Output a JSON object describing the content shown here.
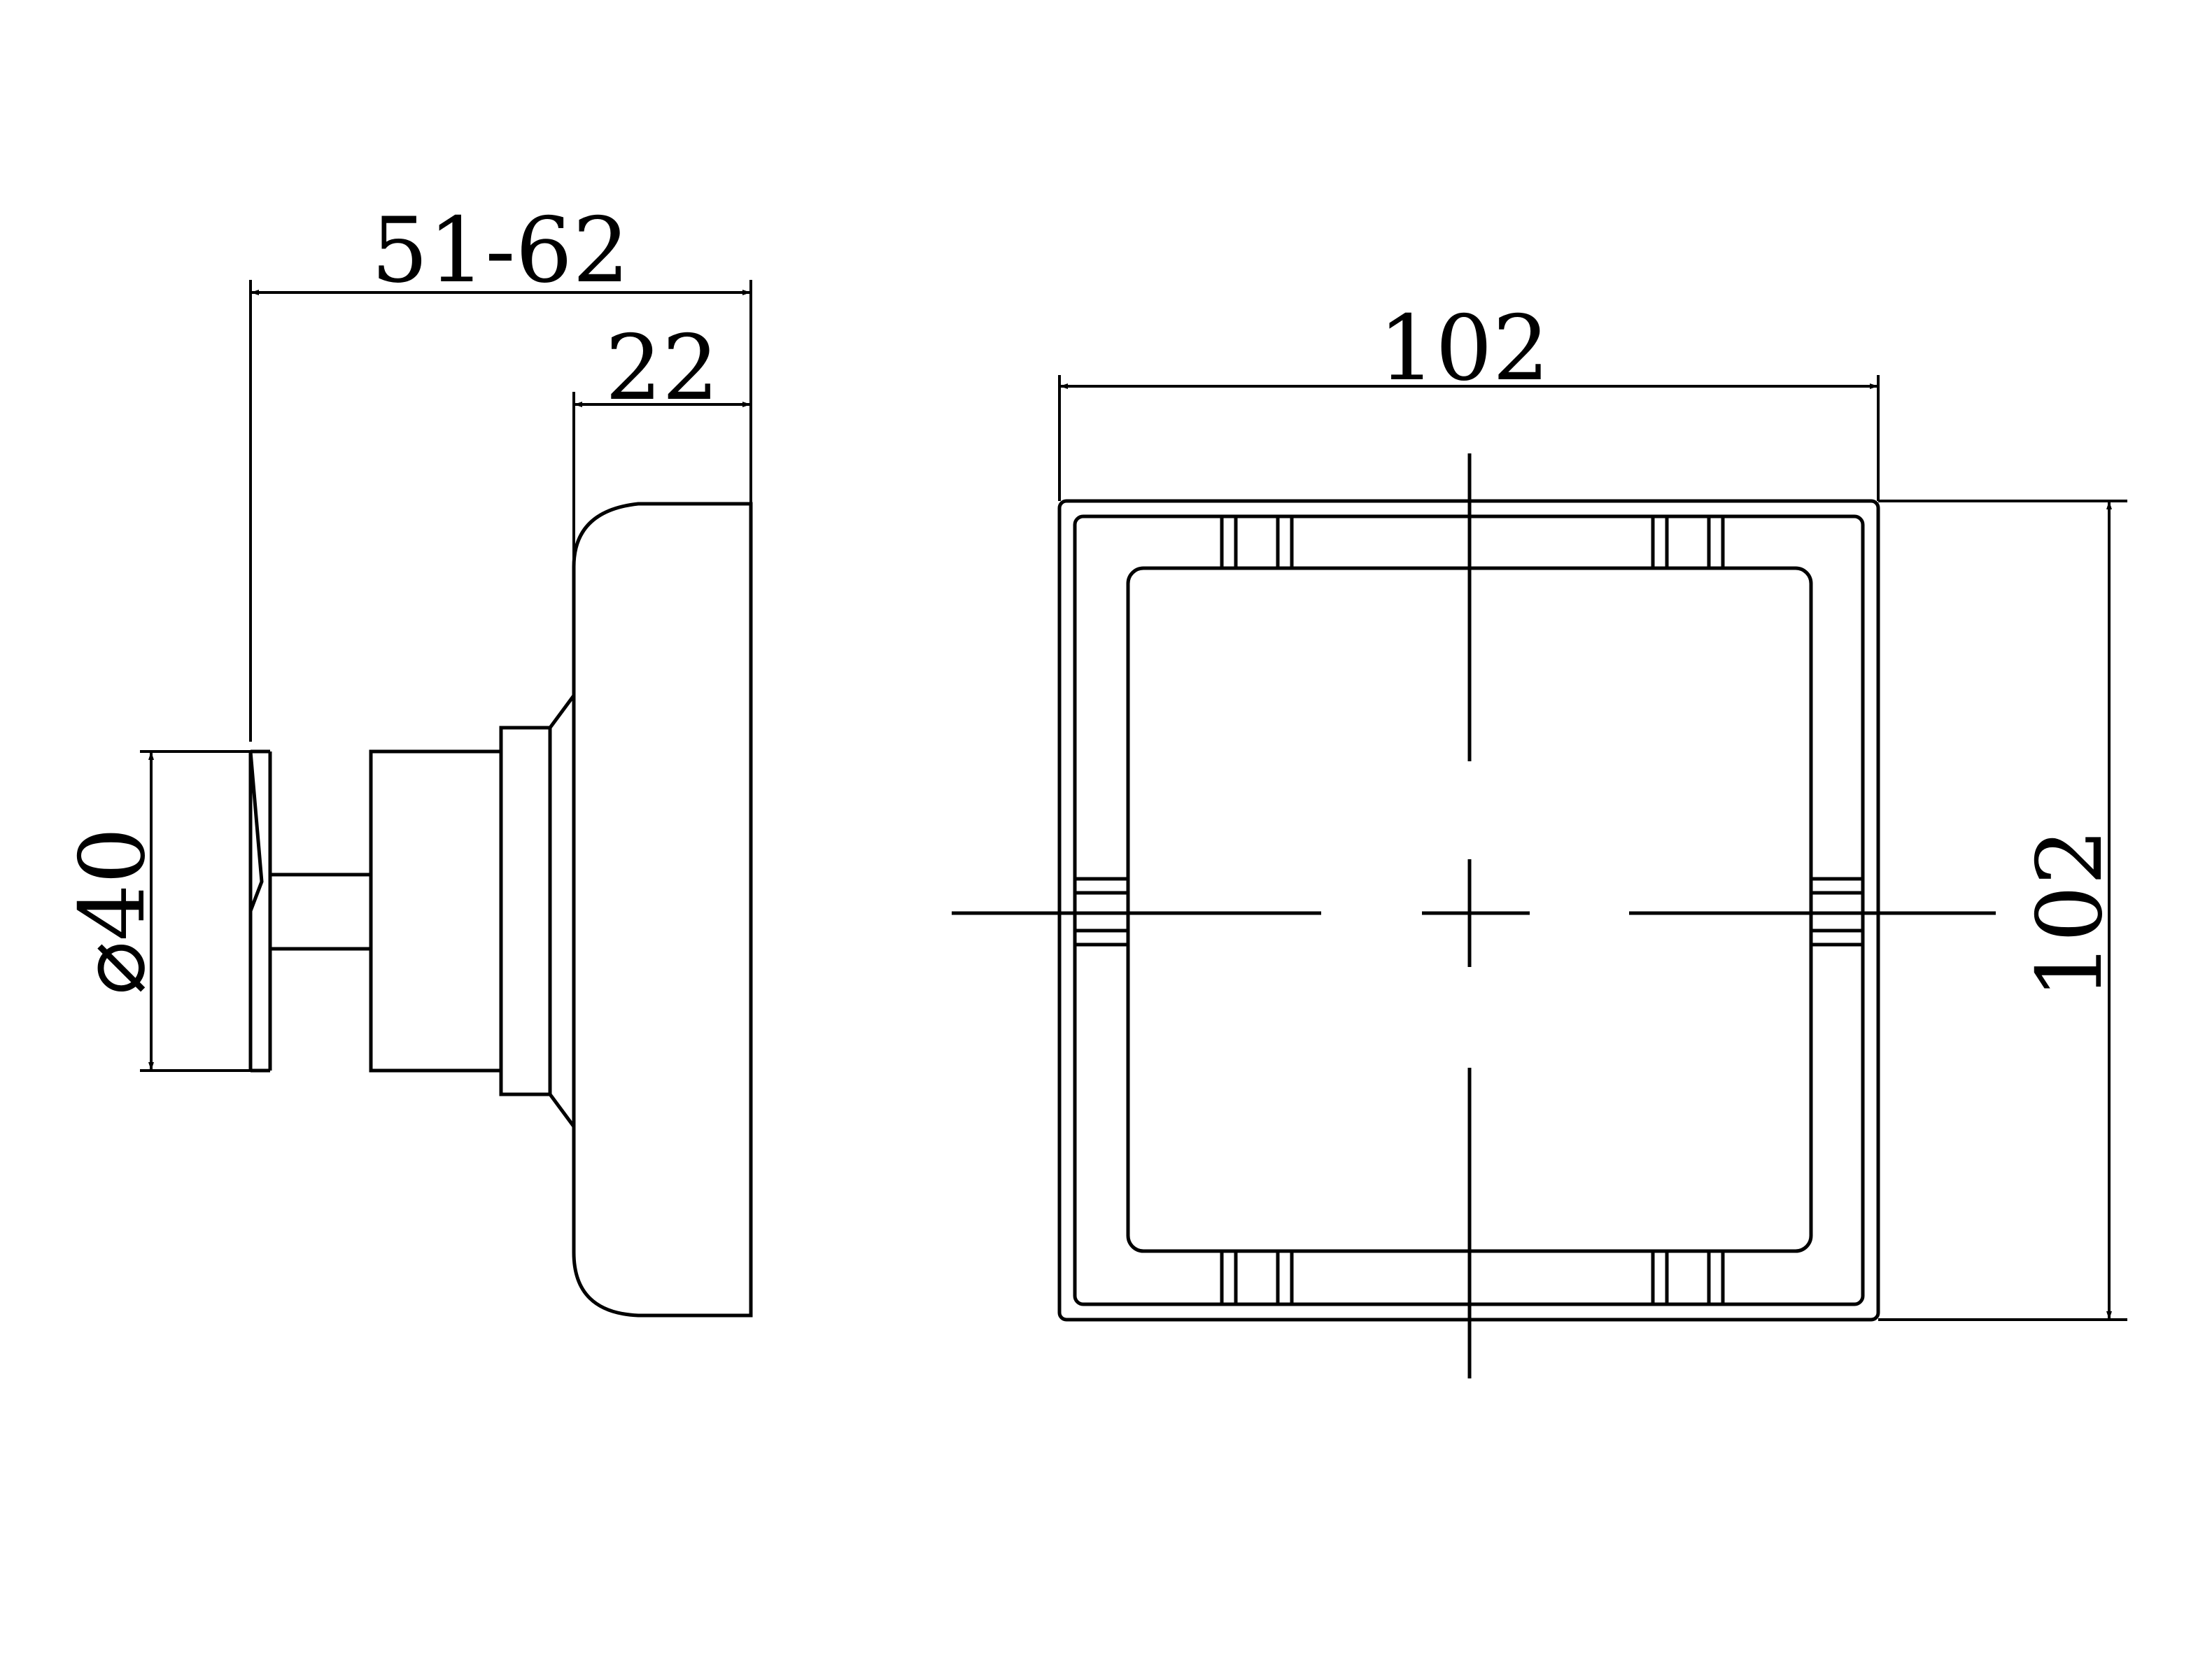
{
  "side_view": {
    "dim_total_depth": "51-62",
    "dim_plate_depth": "22",
    "dim_diameter": "⌀40"
  },
  "front_view": {
    "dim_width": "102",
    "dim_height": "102"
  },
  "colors": {
    "line": "#000000",
    "background": "#ffffff"
  }
}
